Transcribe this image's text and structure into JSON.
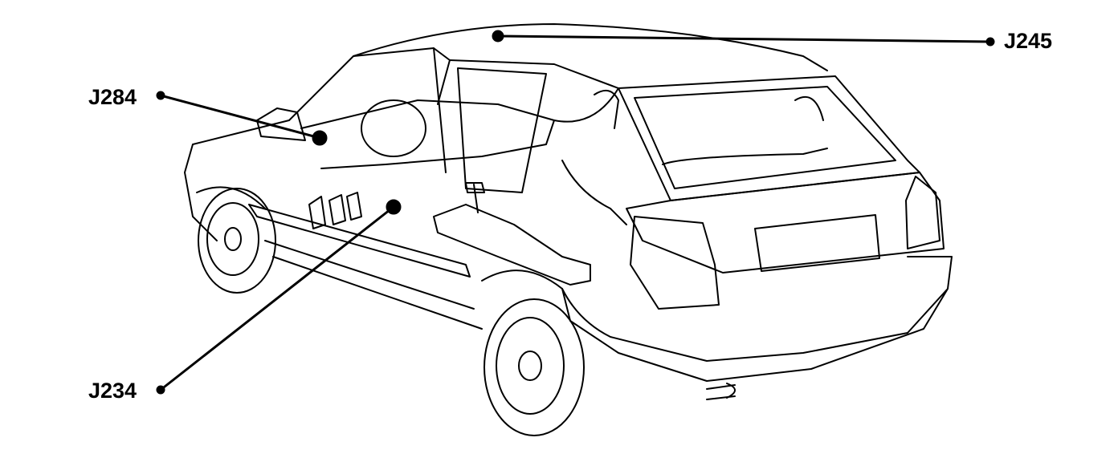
{
  "callouts": [
    {
      "id": "j245",
      "label": "J245"
    },
    {
      "id": "j284",
      "label": "J284"
    },
    {
      "id": "j234",
      "label": "J234"
    }
  ],
  "colors": {
    "line": "#000000",
    "background": "#ffffff"
  },
  "drawing": "car-line-drawing"
}
